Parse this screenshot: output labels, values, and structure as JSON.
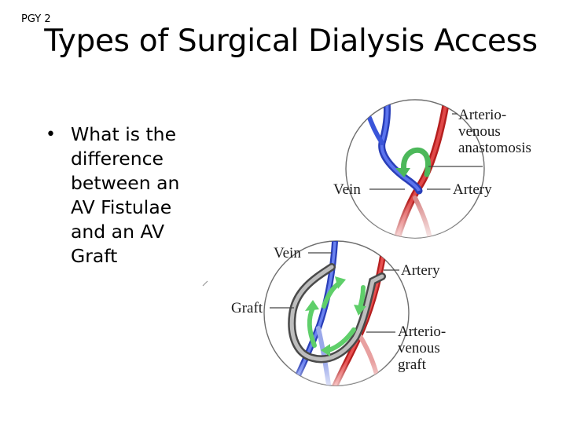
{
  "header": {
    "corner_label": "PGY 2",
    "title": "Types of Surgical Dialysis Access"
  },
  "bullets": [
    {
      "lines": [
        "What is the",
        "difference",
        "between an",
        "AV Fistulae",
        "and an AV",
        "Graft"
      ]
    }
  ],
  "diagram": {
    "fistula": {
      "label_anastomosis": [
        "Arterio-",
        "venous",
        "anastomosis"
      ],
      "label_vein": "Vein",
      "label_artery": "Artery"
    },
    "graft": {
      "label_vein": "Vein",
      "label_artery": "Artery",
      "label_graft": "Graft",
      "label_av_graft": [
        "Arterio-",
        "venous",
        "graft"
      ]
    },
    "colors": {
      "vein": "#3a55d9",
      "artery": "#d42a2a",
      "flow": "#5fcf6a",
      "graft": "#8a8a8a"
    }
  }
}
